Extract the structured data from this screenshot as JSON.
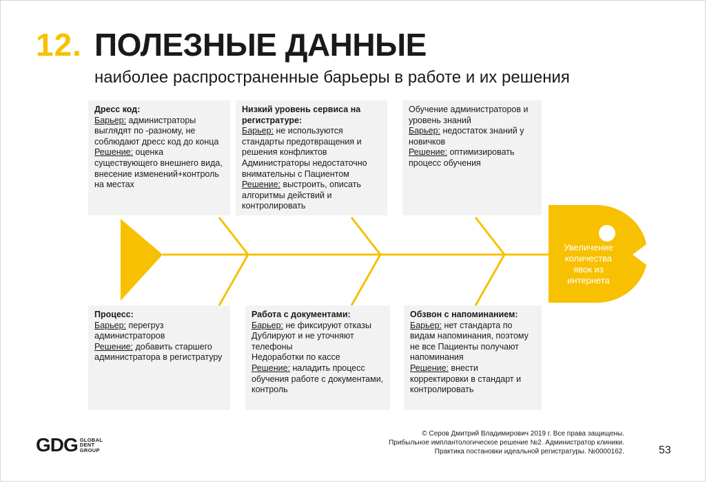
{
  "header": {
    "number": "12.",
    "title": "ПОЛЕЗНЫЕ ДАННЫЕ",
    "subtitle": "наиболее распространенные барьеры в работе и их решения"
  },
  "diagram": {
    "head_label": "Увеличение количества явок из интернета",
    "colors": {
      "accent": "#f7c000",
      "box": "#f2f2f2",
      "text": "#1a1a1a",
      "head_text": "#ffffff"
    },
    "causes": [
      {
        "title": "Дресс код:",
        "barrier_label": "Барьер:",
        "barrier": " администраторы выглядят по -разному, не соблюдают дресс код до конца",
        "solution_label": "Решение:",
        "solution": " оценка существующего внешнего вида, внесение изменений+контроль на местах"
      },
      {
        "title": "Низкий уровень сервиса на регистратуре:",
        "barrier_label": "Барьер:",
        "barrier": " не используются стандарты предотвращения и решения конфликтов",
        "extra": "Администраторы недостаточно внимательны с Пациентом",
        "solution_label": "Решение:",
        "solution": " выстроить, описать алгоритмы действий и контролировать"
      },
      {
        "title": "Обучение администраторов и уровень знаний",
        "barrier_label": "Барьер:",
        "barrier": " недостаток знаний у новичков",
        "solution_label": "Решение:",
        "solution": " оптимизировать процесс обучения"
      },
      {
        "title": "Процесс:",
        "barrier_label": "Барьер:",
        "barrier": "  перегруз администраторов",
        "solution_label": "Решение:",
        "solution": "  добавить старшего администратора в регистратуру"
      },
      {
        "title": "Работа с документами:",
        "barrier_label": "Барьер:",
        "barrier": "  не фиксируют отказы",
        "extra": "Дублируют и не уточняют телефоны",
        "extra2": "Недоработки по кассе",
        "solution_label": "Решение:",
        "solution": "  наладить процесс обучения работе с документами, контроль"
      },
      {
        "title": "Обзвон с напоминанием:",
        "barrier_label": "Барьер:",
        "barrier": "  нет стандарта по видам напоминания, поэтому не все Пациенты получают напоминания",
        "solution_label": "Решение:",
        "solution": "  внести корректировки в стандарт и контролировать"
      }
    ]
  },
  "footer": {
    "logo_main": "GDG",
    "logo_line1": "GLOBAL",
    "logo_line2": "DENT",
    "logo_line3": "GROUP",
    "copyright": "© Серов Дмитрий Владимирович 2019 г. Все права защищены.",
    "line2": "Прибыльное имплантологическое решение №2. Администратор клиники.",
    "line3": "Практика постановки идеальной регистратуры. №0000162.",
    "page_number": "53"
  }
}
